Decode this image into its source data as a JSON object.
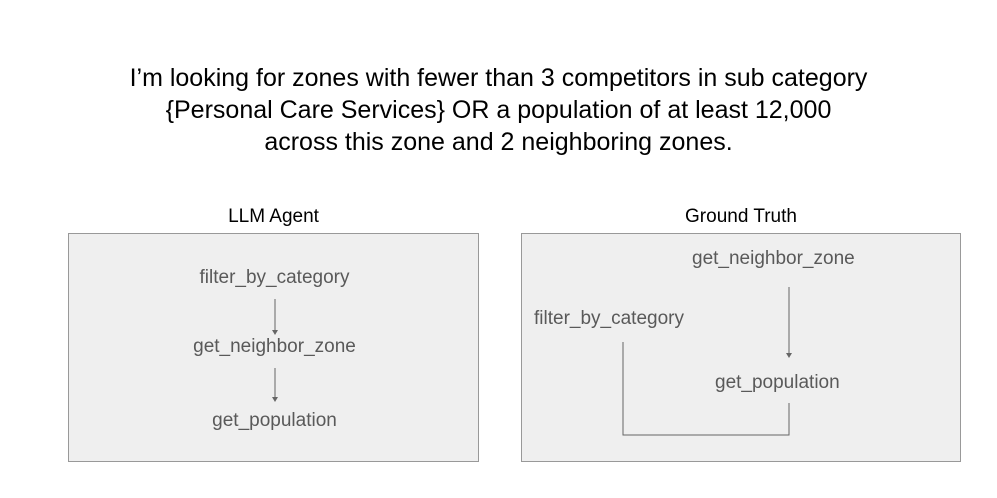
{
  "question": {
    "line1": "I’m looking for zones with fewer than 3 competitors in sub category",
    "line2": "{Personal Care Services} OR a population of at least 12,000",
    "line3": "across this zone and 2 neighboring zones."
  },
  "left_panel": {
    "title": "LLM Agent",
    "nodes": {
      "filter": "filter_by_category",
      "neighbor": "get_neighbor_zone",
      "population": "get_population"
    }
  },
  "right_panel": {
    "title": "Ground Truth",
    "nodes": {
      "neighbor": "get_neighbor_zone",
      "filter": "filter_by_category",
      "population": "get_population"
    }
  },
  "colors": {
    "panel_fill": "#efefef",
    "panel_border": "#999999",
    "node_text": "#595959",
    "connector": "#666666"
  }
}
